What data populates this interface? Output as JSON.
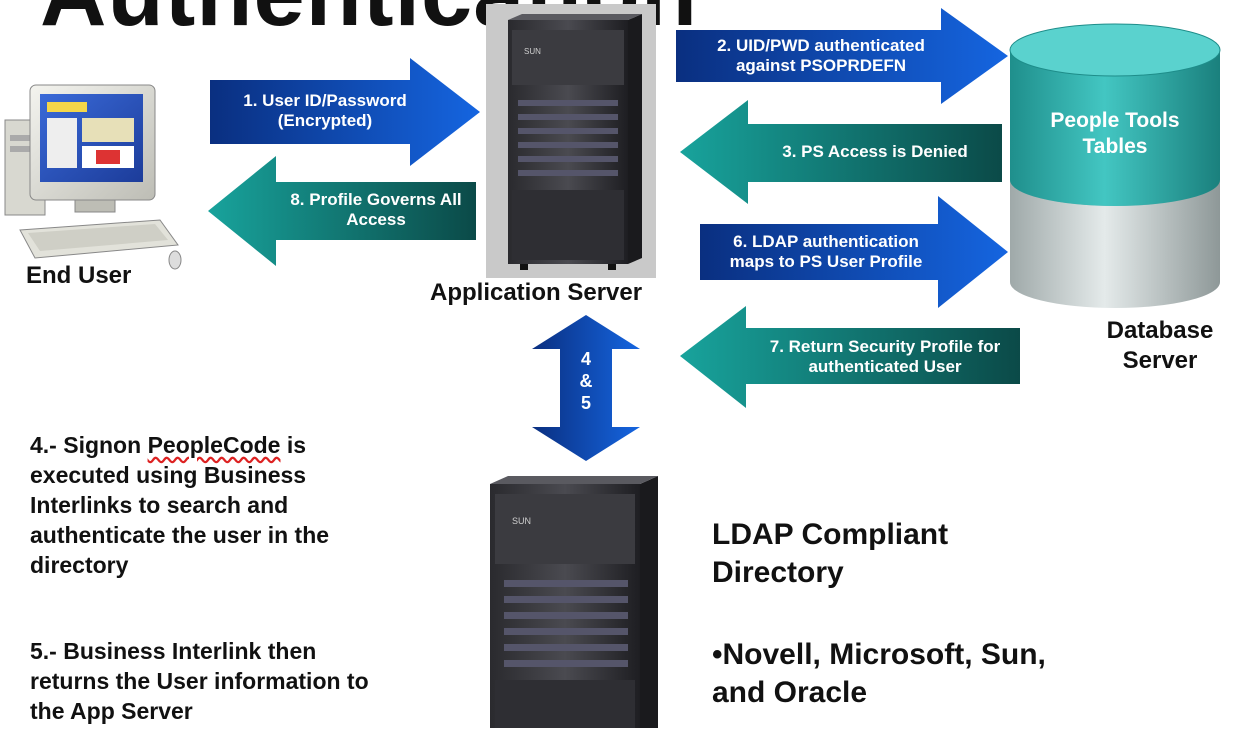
{
  "title": "Authentication",
  "arrows": {
    "a1": "1. User ID/Password\n(Encrypted)",
    "a2": "2. UID/PWD authenticated\nagainst PSOPRDEFN",
    "a3": "3. PS Access is Denied",
    "a6": "6. LDAP authentication\nmaps to PS User Profile",
    "a7": "7. Return Security Profile for\nauthenticated User",
    "a8": "8. Profile Governs All\nAccess",
    "a45_top": "4",
    "a45_mid": "&",
    "a45_bot": "5"
  },
  "labels": {
    "end_user": "End User",
    "app_server": "Application Server",
    "database_server": "Database\nServer",
    "db_cylinder": "People Tools\nTables",
    "server_badge": "Sun"
  },
  "notes": {
    "n4_prefix": "4.- Signon ",
    "n4_squiggle": "PeopleCode",
    "n4_rest": " is\nexecuted using Business\nInterlinks to search and\nauthenticate the user in the\ndirectory",
    "n5": "5.- Business Interlink then\nreturns the User information to\nthe App Server"
  },
  "ldap": {
    "title": "LDAP Compliant\nDirectory",
    "vendors": "•Novell, Microsoft, Sun,\nand Oracle"
  },
  "colors": {
    "blue_arrow": "#0a3fa0",
    "teal_arrow": "#0f6b66",
    "cylinder_top": "#2fb0ad",
    "cylinder_body": "#bfc8c8"
  },
  "icons": {
    "computer": "desktop-computer-icon",
    "server": "rack-server-icon",
    "database": "database-cylinder-icon"
  }
}
